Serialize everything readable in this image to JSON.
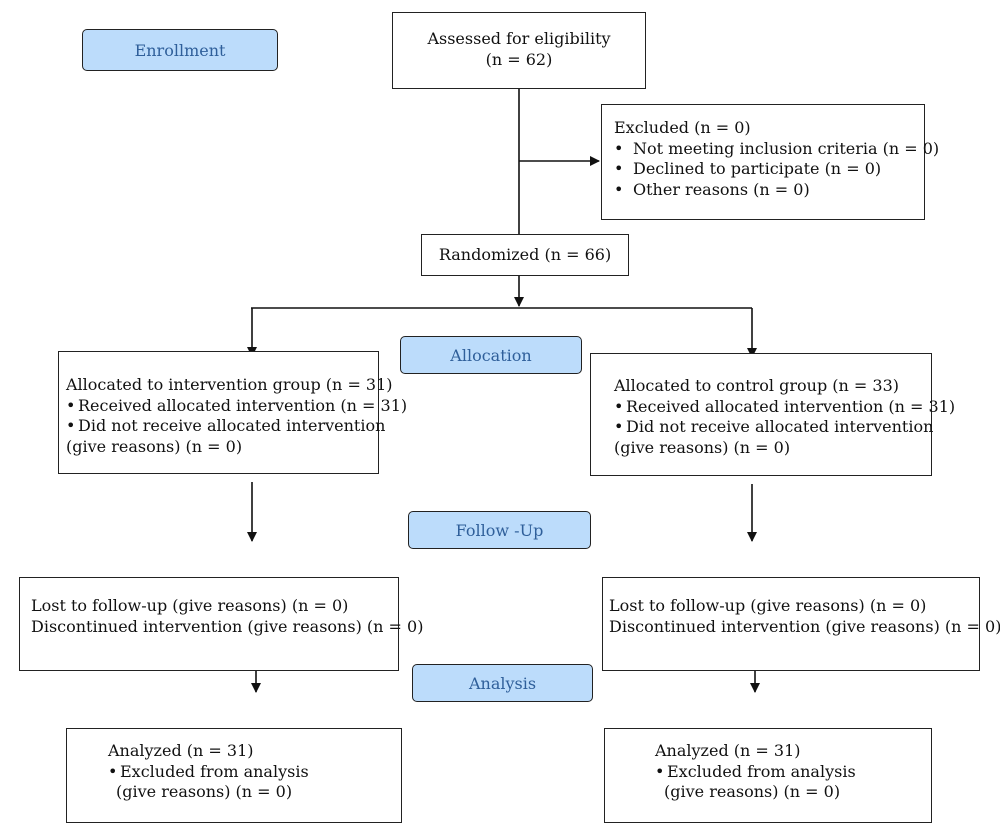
{
  "stages": {
    "enrollment": "Enrollment",
    "allocation": "Allocation",
    "follow_up": "Follow -Up",
    "analysis": "Analysis"
  },
  "assessed": {
    "title": "Assessed for eligibility",
    "count": "(n = 62)"
  },
  "excluded": {
    "title": "Excluded (n = 0)",
    "items": [
      "Not meeting inclusion criteria (n = 0)",
      "Declined to participate (n = 0)",
      "Other reasons (n = 0)"
    ]
  },
  "randomized": {
    "label": "Randomized (n = 66)"
  },
  "intervention": {
    "title": "Allocated to intervention group (n = 31)",
    "items": [
      "Received allocated intervention (n = 31)",
      "Did not receive allocated intervention"
    ],
    "continuation": "(give reasons) (n = 0)"
  },
  "control": {
    "title": "Allocated to control group (n = 33)",
    "items": [
      "Received allocated intervention (n = 31)",
      "Did not receive allocated intervention"
    ],
    "continuation": "(give reasons) (n = 0)"
  },
  "followup_left": {
    "lines": [
      "Lost to follow-up (give reasons) (n = 0)",
      "Discontinued intervention (give reasons) (n = 0)"
    ]
  },
  "followup_right": {
    "lines": [
      "Lost to follow-up (give reasons) (n = 0)",
      "Discontinued intervention (give reasons) (n = 0)"
    ]
  },
  "analysis_left": {
    "title": "Analyzed (n = 31)",
    "item": "Excluded from analysis",
    "continuation": "(give reasons) (n = 0)"
  },
  "analysis_right": {
    "title": "Analyzed (n = 31)",
    "item": "Excluded from analysis",
    "continuation": "(give reasons) (n = 0)"
  }
}
